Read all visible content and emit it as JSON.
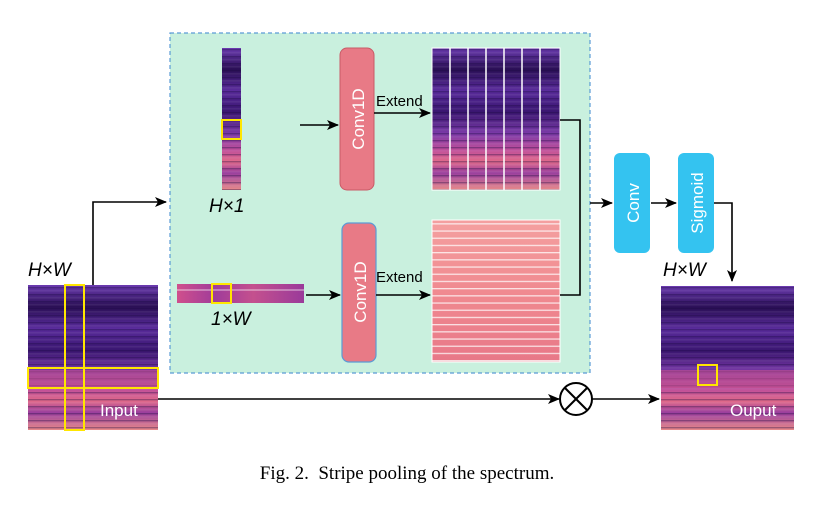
{
  "diagram": {
    "input_dim_label": "H×W",
    "input_label": "Input",
    "vertical_strip_label": "H×1",
    "horizontal_strip_label": "1×W",
    "conv1d_top_label": "Conv1D",
    "conv1d_bottom_label": "Conv1D",
    "extend_top_label": "Extend",
    "extend_bottom_label": "Extend",
    "conv_label": "Conv",
    "sigmoid_label": "Sigmoid",
    "output_dim_label": "H×W",
    "output_label": "Ouput",
    "multiply_symbol": "⊗"
  },
  "caption": "Fig. 2.  Stripe pooling of the spectrum.",
  "colors": {
    "pooling_panel_fill": "#c9f0de",
    "pooling_panel_border": "#5b9bd5",
    "conv1d_fill": "#e87a86",
    "conv_fill": "#34c3f0",
    "highlight": "#ffe600",
    "spectrum_base": "#4a1f8a"
  }
}
